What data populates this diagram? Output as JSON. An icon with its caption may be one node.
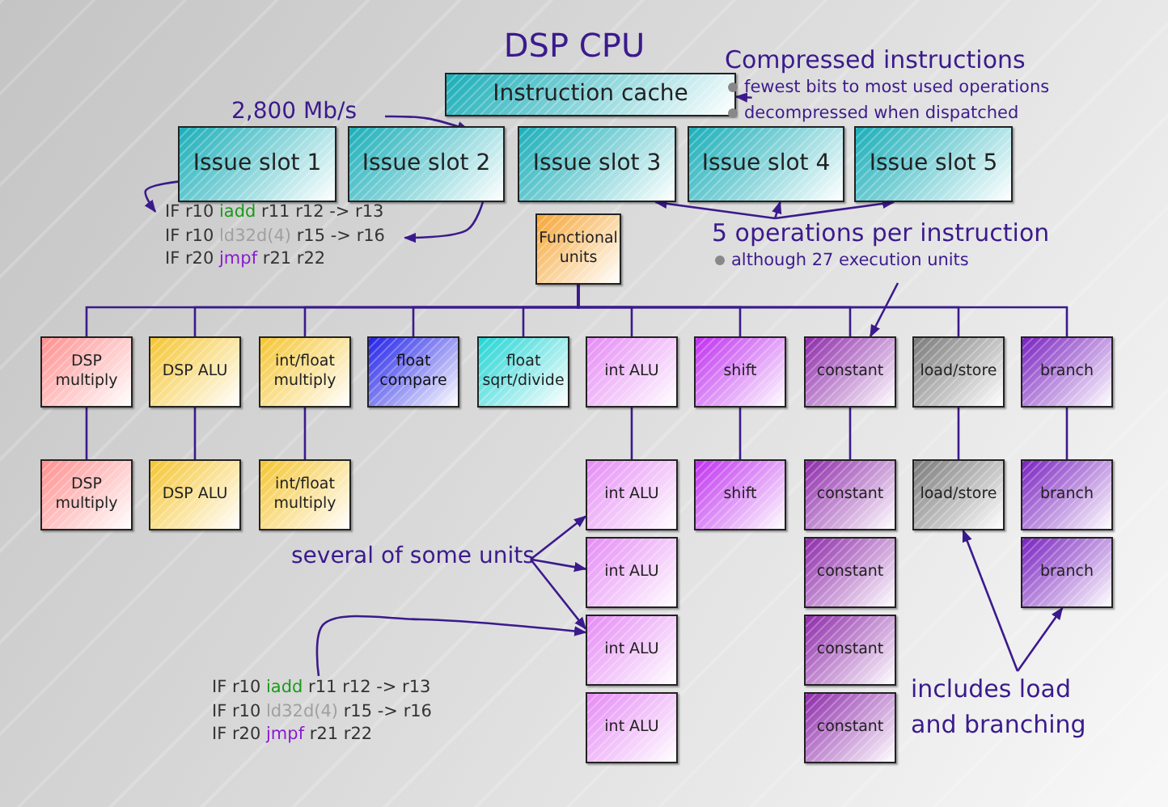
{
  "diagram": {
    "title": "DSP CPU",
    "nodes": [
      {
        "text": [
          "Instruction cache"
        ]
      },
      {
        "text": [
          "Issue slot 1"
        ]
      },
      {
        "text": [
          "Issue slot 2"
        ]
      },
      {
        "text": [
          "Issue slot 3"
        ]
      },
      {
        "text": [
          "Issue slot 4"
        ]
      },
      {
        "text": [
          "Issue slot 5"
        ]
      },
      {
        "text": [
          "Functional units"
        ]
      },
      {
        "text": [
          "DSP multiply"
        ]
      },
      {
        "text": [
          "DSP ALU"
        ]
      },
      {
        "text": [
          "int/float multiply"
        ]
      },
      {
        "text": [
          "float compare"
        ]
      },
      {
        "text": [
          "float sqrt/divide"
        ]
      },
      {
        "text": [
          "int ALU"
        ]
      },
      {
        "text": [
          "shift"
        ]
      },
      {
        "text": [
          "constant"
        ]
      },
      {
        "text": [
          "load/store"
        ]
      },
      {
        "text": [
          "branch"
        ]
      },
      {
        "text": [
          "DSP multiply"
        ]
      },
      {
        "text": [
          "DSP ALU"
        ]
      },
      {
        "text": [
          "int/float multiply"
        ]
      },
      {
        "text": [
          "int ALU"
        ]
      },
      {
        "text": [
          "shift"
        ]
      },
      {
        "text": [
          "constant"
        ]
      },
      {
        "text": [
          "load/store"
        ]
      },
      {
        "text": [
          "branch"
        ]
      },
      {
        "text": [
          "int ALU"
        ]
      },
      {
        "text": [
          "constant"
        ]
      },
      {
        "text": [
          "branch"
        ]
      },
      {
        "text": [
          "int ALU"
        ]
      },
      {
        "text": [
          "constant"
        ]
      },
      {
        "text": [
          "int ALU"
        ]
      },
      {
        "text": [
          "constant"
        ]
      },
      {
        "text": [
          "Compressed instructions",
          "fewest bits to most used operations",
          "decompressed when dispatched"
        ]
      },
      {
        "text": [
          "2,800 Mb/s"
        ]
      },
      {
        "text": [
          "IF r10 iadd r11 r12 -> r13",
          "IF r10 ld32d(4) r15 -> r16",
          "IF r20 jmpf r21 r22"
        ]
      },
      {
        "text": [
          "5 operations per instruction",
          "although 27 execution units"
        ]
      },
      {
        "text": [
          "several of some units"
        ]
      },
      {
        "text": [
          "IF r10 iadd r11 r12 -> r13",
          "IF r10 ld32d(4) r15 -> r16",
          "IF r20 jmpf r21 r22"
        ]
      },
      {
        "text": [
          "includes load and branching"
        ]
      }
    ],
    "edges": [
      {
        "from": 32,
        "to": 0,
        "arrow": "to"
      },
      {
        "from": 33,
        "to": 2,
        "arrow": "to"
      },
      {
        "from": 1,
        "to": 34,
        "arrow": "to"
      },
      {
        "from": 2,
        "to": 34,
        "arrow": "to"
      },
      {
        "from": 35,
        "to": 3,
        "arrow": "to"
      },
      {
        "from": 35,
        "to": 4,
        "arrow": "to"
      },
      {
        "from": 35,
        "to": 5,
        "arrow": "to"
      },
      {
        "from": 35,
        "to": 14,
        "arrow": "to"
      },
      {
        "from": 6,
        "to": 7,
        "arrow": "none"
      },
      {
        "from": 6,
        "to": 8,
        "arrow": "none"
      },
      {
        "from": 6,
        "to": 9,
        "arrow": "none"
      },
      {
        "from": 6,
        "to": 10,
        "arrow": "none"
      },
      {
        "from": 6,
        "to": 11,
        "arrow": "none"
      },
      {
        "from": 6,
        "to": 12,
        "arrow": "none"
      },
      {
        "from": 6,
        "to": 13,
        "arrow": "none"
      },
      {
        "from": 6,
        "to": 14,
        "arrow": "none"
      },
      {
        "from": 6,
        "to": 15,
        "arrow": "none"
      },
      {
        "from": 6,
        "to": 16,
        "arrow": "none"
      },
      {
        "from": 7,
        "to": 17,
        "arrow": "none"
      },
      {
        "from": 8,
        "to": 18,
        "arrow": "none"
      },
      {
        "from": 9,
        "to": 19,
        "arrow": "none"
      },
      {
        "from": 12,
        "to": 20,
        "arrow": "none"
      },
      {
        "from": 13,
        "to": 21,
        "arrow": "none"
      },
      {
        "from": 14,
        "to": 22,
        "arrow": "none"
      },
      {
        "from": 15,
        "to": 23,
        "arrow": "none"
      },
      {
        "from": 16,
        "to": 24,
        "arrow": "none"
      },
      {
        "from": 36,
        "to": 20,
        "arrow": "to"
      },
      {
        "from": 36,
        "to": 25,
        "arrow": "to"
      },
      {
        "from": 36,
        "to": 28,
        "arrow": "to"
      },
      {
        "from": 37,
        "to": 28,
        "arrow": "to"
      },
      {
        "from": 38,
        "to": 23,
        "arrow": "to"
      },
      {
        "from": 38,
        "to": 27,
        "arrow": "to"
      }
    ]
  }
}
